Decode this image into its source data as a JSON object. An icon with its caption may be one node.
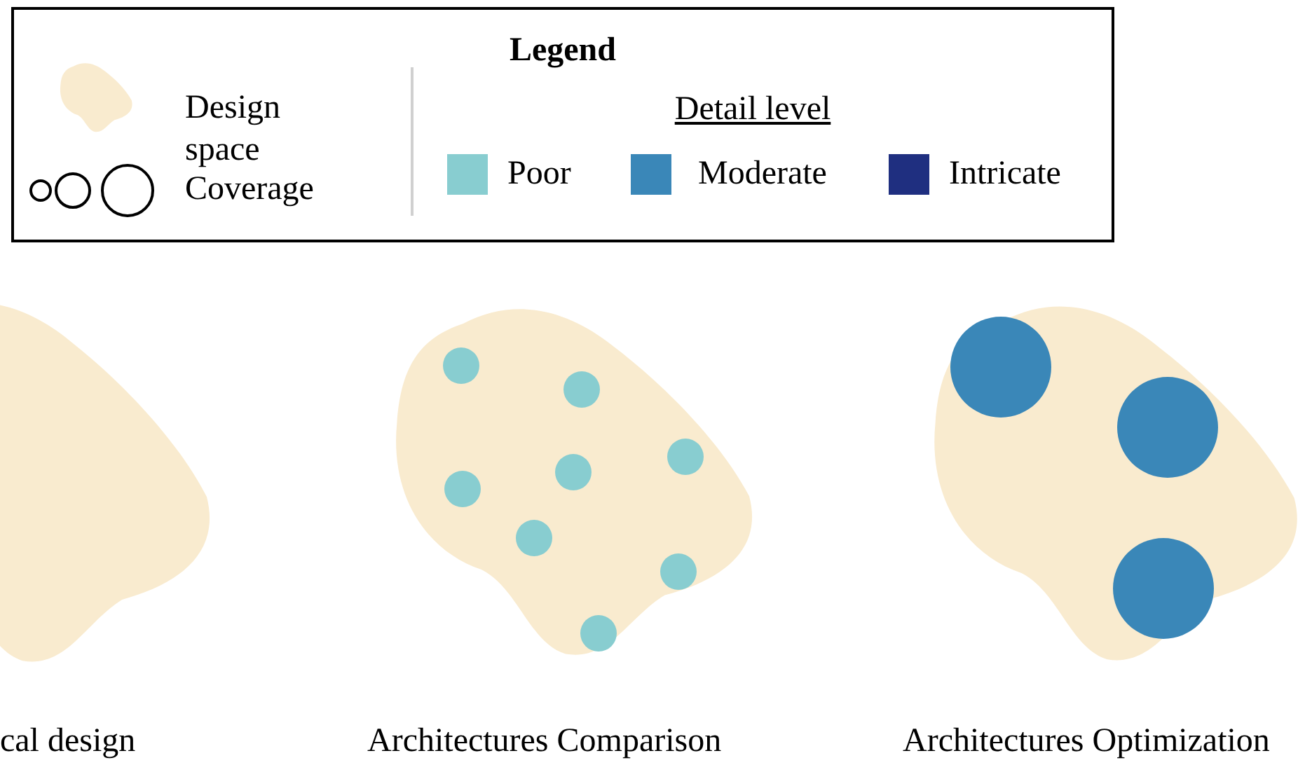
{
  "diagram": {
    "nodes": [
      {
        "text": [],
        "shape": "cloud",
        "beside": [
          "cal design"
        ]
      },
      {
        "text": [],
        "shape": "cloud",
        "beside": [
          "Architectures Comparison"
        ]
      },
      {
        "text": [],
        "shape": "cloud",
        "beside": [
          "Architectures Optimization"
        ]
      }
    ],
    "labels": [
      "Legend",
      "Detail level"
    ],
    "legend": [
      {
        "text": "Design space"
      },
      {
        "text": "Coverage"
      },
      {
        "text": "Poor",
        "color": "#88cdd0"
      },
      {
        "text": "Moderate",
        "color": "#3a87b8"
      },
      {
        "text": "Intricate",
        "color": "#1f2f80"
      }
    ]
  }
}
